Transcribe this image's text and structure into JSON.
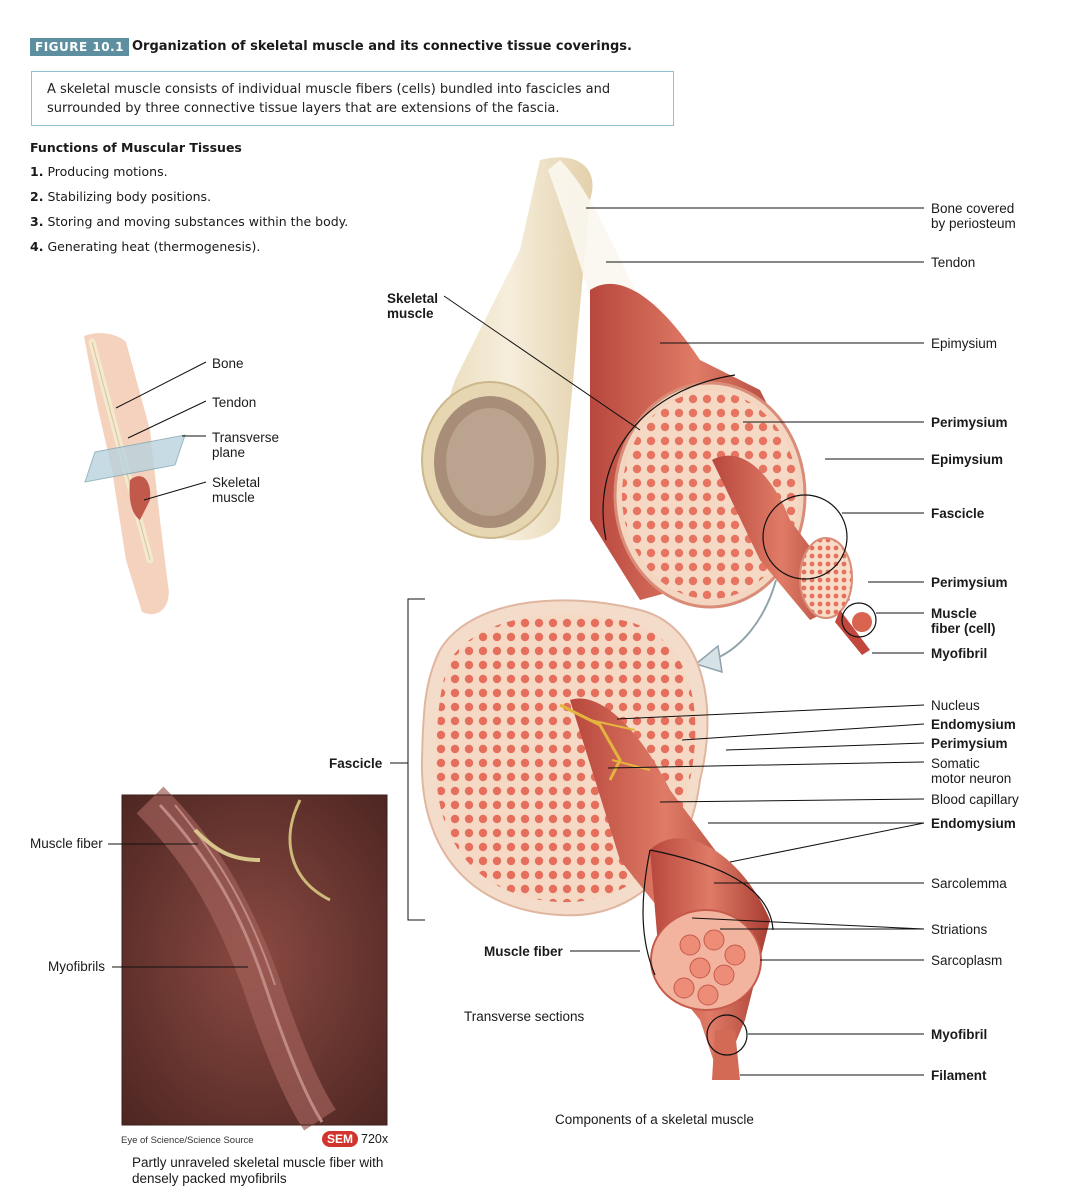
{
  "figure": {
    "tag": "FIGURE 10.1",
    "title": "Organization of skeletal muscle and its connective tissue coverings.",
    "summary": "A skeletal muscle consists of individual muscle fibers (cells) bundled into fascicles and surrounded by three connective tissue layers that are extensions of the fascia."
  },
  "functions": {
    "title": "Functions of Muscular Tissues",
    "items": [
      {
        "num": "1.",
        "text": "Producing motions."
      },
      {
        "num": "2.",
        "text": "Stabilizing body positions."
      },
      {
        "num": "3.",
        "text": "Storing and moving substances within the body."
      },
      {
        "num": "4.",
        "text": "Generating heat (thermogenesis)."
      }
    ]
  },
  "arm_labels": {
    "bone": "Bone",
    "tendon": "Tendon",
    "transverse_plane": "Transverse\nplane",
    "skeletal_muscle": "Skeletal\nmuscle"
  },
  "center_labels": {
    "skeletal_muscle": "Skeletal\nmuscle",
    "fascicle": "Fascicle",
    "muscle_fiber": "Muscle fiber",
    "transverse_sections": "Transverse sections",
    "components_caption": "Components of a skeletal muscle"
  },
  "right_labels": {
    "bone_periosteum": "Bone covered\nby periosteum",
    "tendon": "Tendon",
    "epimysium_1": "Epimysium",
    "perimysium_1": "Perimysium",
    "epimysium_2": "Epimysium",
    "fascicle": "Fascicle",
    "perimysium_2": "Perimysium",
    "muscle_fiber_cell": "Muscle\nfiber (cell)",
    "myofibril_1": "Myofibril",
    "nucleus": "Nucleus",
    "endomysium_1": "Endomysium",
    "perimysium_3": "Perimysium",
    "somatic_motor_neuron": "Somatic\nmotor neuron",
    "blood_capillary": "Blood capillary",
    "endomysium_2": "Endomysium",
    "sarcolemma": "Sarcolemma",
    "striations": "Striations",
    "sarcoplasm": "Sarcoplasm",
    "myofibril_2": "Myofibril",
    "filament": "Filament"
  },
  "sem": {
    "muscle_fiber": "Muscle fiber",
    "myofibrils": "Myofibrils",
    "credit": "Eye of Science/Science Source",
    "badge": "SEM",
    "magnification": "720x",
    "caption": "Partly unraveled skeletal muscle fiber with\ndensely packed myofibrils"
  },
  "colors": {
    "accent": "#5d8fa0",
    "box_border": "#8fc1cf",
    "muscle": "#c9574a",
    "muscle_light": "#f2a98f",
    "bone": "#efe3c8",
    "sem_bg": "#6d3a33",
    "badge": "#d0342c"
  }
}
